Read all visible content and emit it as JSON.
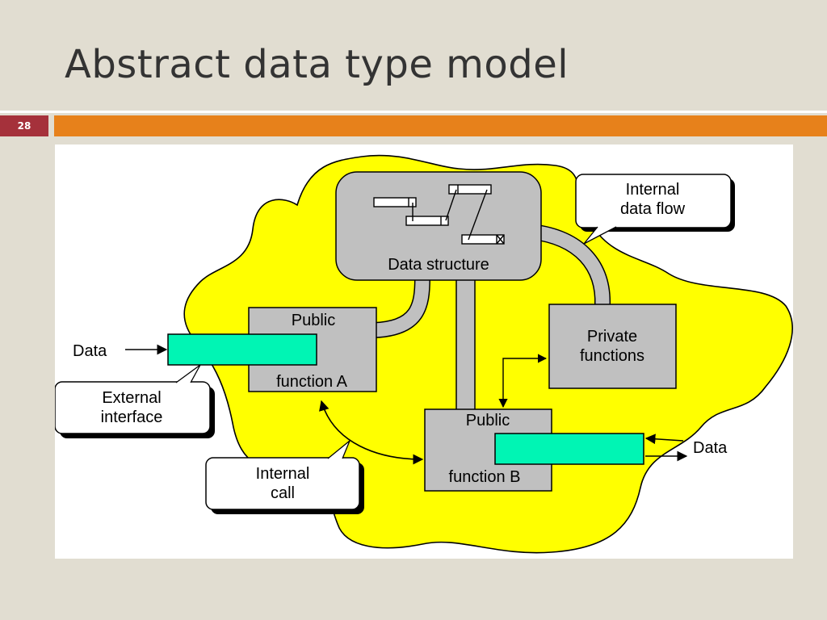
{
  "slide": {
    "title": "Abstract data type model",
    "number": "28"
  },
  "diagram": {
    "data_structure_label": "Data structure",
    "public_label": "Public",
    "function_a_label": "function A",
    "function_b_label": "function B",
    "private_functions_line1": "Private",
    "private_functions_line2": "functions",
    "data_in_label": "Data",
    "data_out_label": "Data",
    "callouts": {
      "internal_data_flow_line1": "Internal",
      "internal_data_flow_line2": "data flow",
      "external_interface_line1": "External",
      "external_interface_line2": "interface",
      "internal_call_line1": "Internal",
      "internal_call_line2": "call"
    }
  },
  "colors": {
    "background": "#e1ddd1",
    "accent_orange": "#e7811b",
    "slide_number_bg": "#a5313b",
    "blob_yellow": "#ffff00",
    "box_gray": "#c0c0c0",
    "interface_green": "#00f5b4"
  }
}
